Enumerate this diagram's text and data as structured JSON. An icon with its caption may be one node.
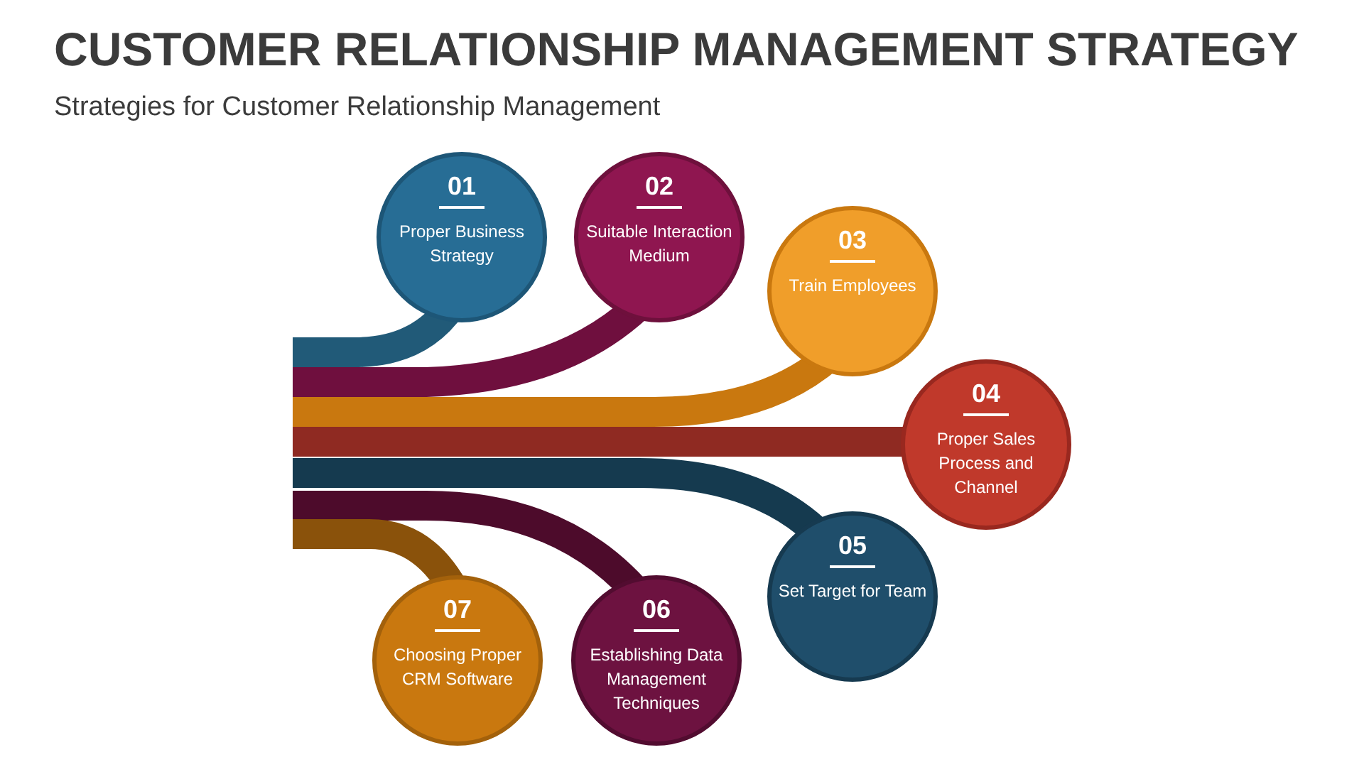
{
  "diagram": {
    "title": "CUSTOMER RELATIONSHIP MANAGEMENT STRATEGY",
    "caption": "Strategies for Customer Relationship Management",
    "nodes": [
      {
        "text": [
          "01",
          "Proper Business Strategy"
        ]
      },
      {
        "text": [
          "02",
          "Suitable Interaction Medium"
        ]
      },
      {
        "text": [
          "03",
          "Train Employees"
        ]
      },
      {
        "text": [
          "04",
          "Proper Sales Process and Channel"
        ]
      },
      {
        "text": [
          "05",
          "Set Target for Team"
        ]
      },
      {
        "text": [
          "06",
          "Establishing Data Management Techniques"
        ]
      },
      {
        "text": [
          "07",
          "Choosing Proper CRM Software"
        ]
      }
    ]
  }
}
